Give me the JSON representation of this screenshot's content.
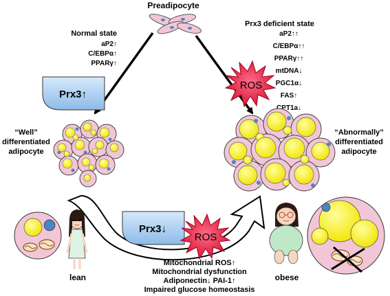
{
  "preadipocyte": {
    "label": "Preadipocyte"
  },
  "normal_state": {
    "title": "Normal state",
    "markers": [
      "aP2↑",
      "C/EBPα↑",
      "PPARγ↑"
    ]
  },
  "deficient_state": {
    "title": "Prx3 deficient state",
    "markers": [
      "aP2↑↑",
      "C/EBPα↑↑",
      "PPARγ↑↑",
      "mtDNA↓",
      "PGC1α↓",
      "FAS↑",
      "CPT1a↓"
    ]
  },
  "prx3_up": {
    "label": "Prx3↑"
  },
  "prx3_down": {
    "label": "Prx3↓"
  },
  "ros_top": {
    "label": "ROS"
  },
  "ros_bottom": {
    "label": "ROS"
  },
  "well_differentiated": {
    "lines": [
      "“Well”",
      "differentiated",
      "adipocyte"
    ]
  },
  "abnormal_differentiated": {
    "lines": [
      "“Abnormally”",
      "differentiated",
      "adipocyte"
    ]
  },
  "lean": {
    "label": "lean"
  },
  "obese": {
    "label": "obese"
  },
  "effects": {
    "lines": [
      "Mitochondrial ROS↑",
      "Mitochondrial dysfunction",
      "Adiponectin↓ PAI-1↑",
      "Impaired glucose homeostasis"
    ]
  },
  "colors": {
    "cell_fill": "#f2c6d6",
    "cell_stroke": "#555555",
    "fat_droplet": "#f5f000",
    "nucleus": "#4a86c5",
    "prx3_fill": "#a8cdf0",
    "ros_fill": "#e8234a",
    "ros_stroke": "#9c0020",
    "mito": "#8b4a1a"
  }
}
